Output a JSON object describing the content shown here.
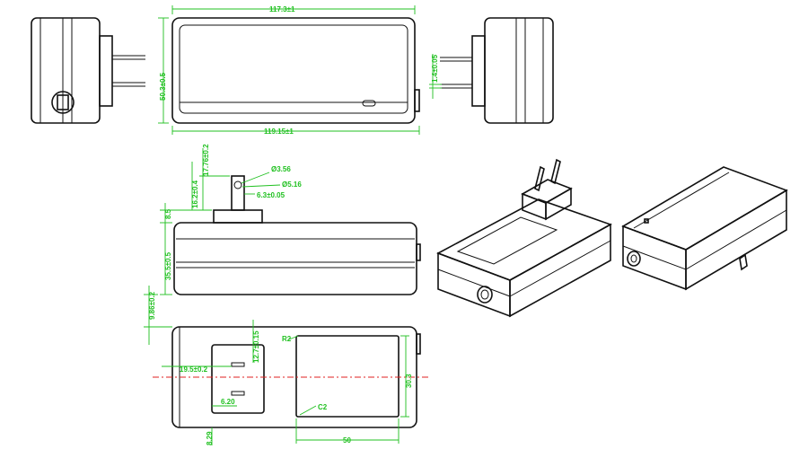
{
  "dimensions": {
    "top_length": "117.3±1",
    "bottom_length": "119.15±1",
    "height": "50.3±0.5",
    "pin_offset": "1.4±0.05",
    "pin_length": "17.76±0.2",
    "pin_base": "16.2±0.4",
    "hole_outer": "Ø3.56",
    "hole_inner": "Ø5.16",
    "pin_width": "6.3±0.05",
    "base_step": "8.5",
    "body_height": "35.5±0.5",
    "bottom_gap": "9.86±0.2",
    "plate_height": "12.7±0.15",
    "socket_offset": "19.5±0.2",
    "slot_gap": "6.20",
    "label_height": "30.3",
    "label_width": "50",
    "corner_top": "R2",
    "corner_bottom": "C2",
    "bottom_offset": "8.29"
  },
  "colors": {
    "outline": "#111111",
    "dimension": "#20c020",
    "centerline": "#e02020"
  }
}
